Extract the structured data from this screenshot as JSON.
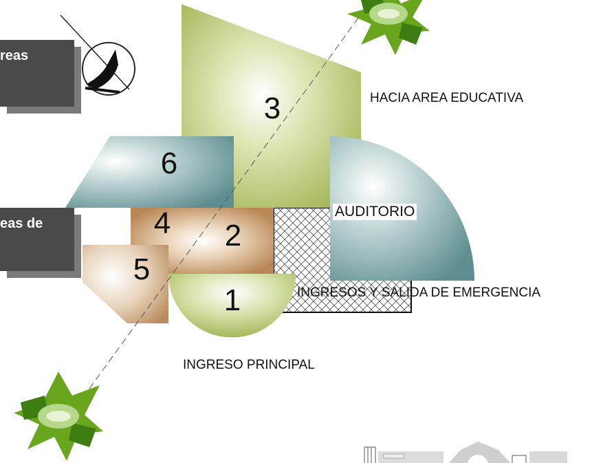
{
  "callouts": [
    {
      "text": "reas"
    },
    {
      "text": "eas de"
    }
  ],
  "zones": {
    "z1": "1",
    "z2": "2",
    "z3": "3",
    "z4": "4",
    "z5": "5",
    "z6": "6",
    "auditorio": "AUDITORIO"
  },
  "labels": {
    "educativa": "HACIA AREA EDUCATIVA",
    "emergencia": "INGRESOS Y SALIDA DE EMERGENCIA",
    "principal": "INGRESO PRINCIPAL"
  },
  "colors": {
    "olive": "#a9b95a",
    "teal": "#6f9a9a",
    "tan": "#c49a6b",
    "callout": "#4a4a4a",
    "tree": "#6aa51e"
  },
  "icons": [
    "compass-icon",
    "tree-icon",
    "building-thumbnail-icon"
  ]
}
